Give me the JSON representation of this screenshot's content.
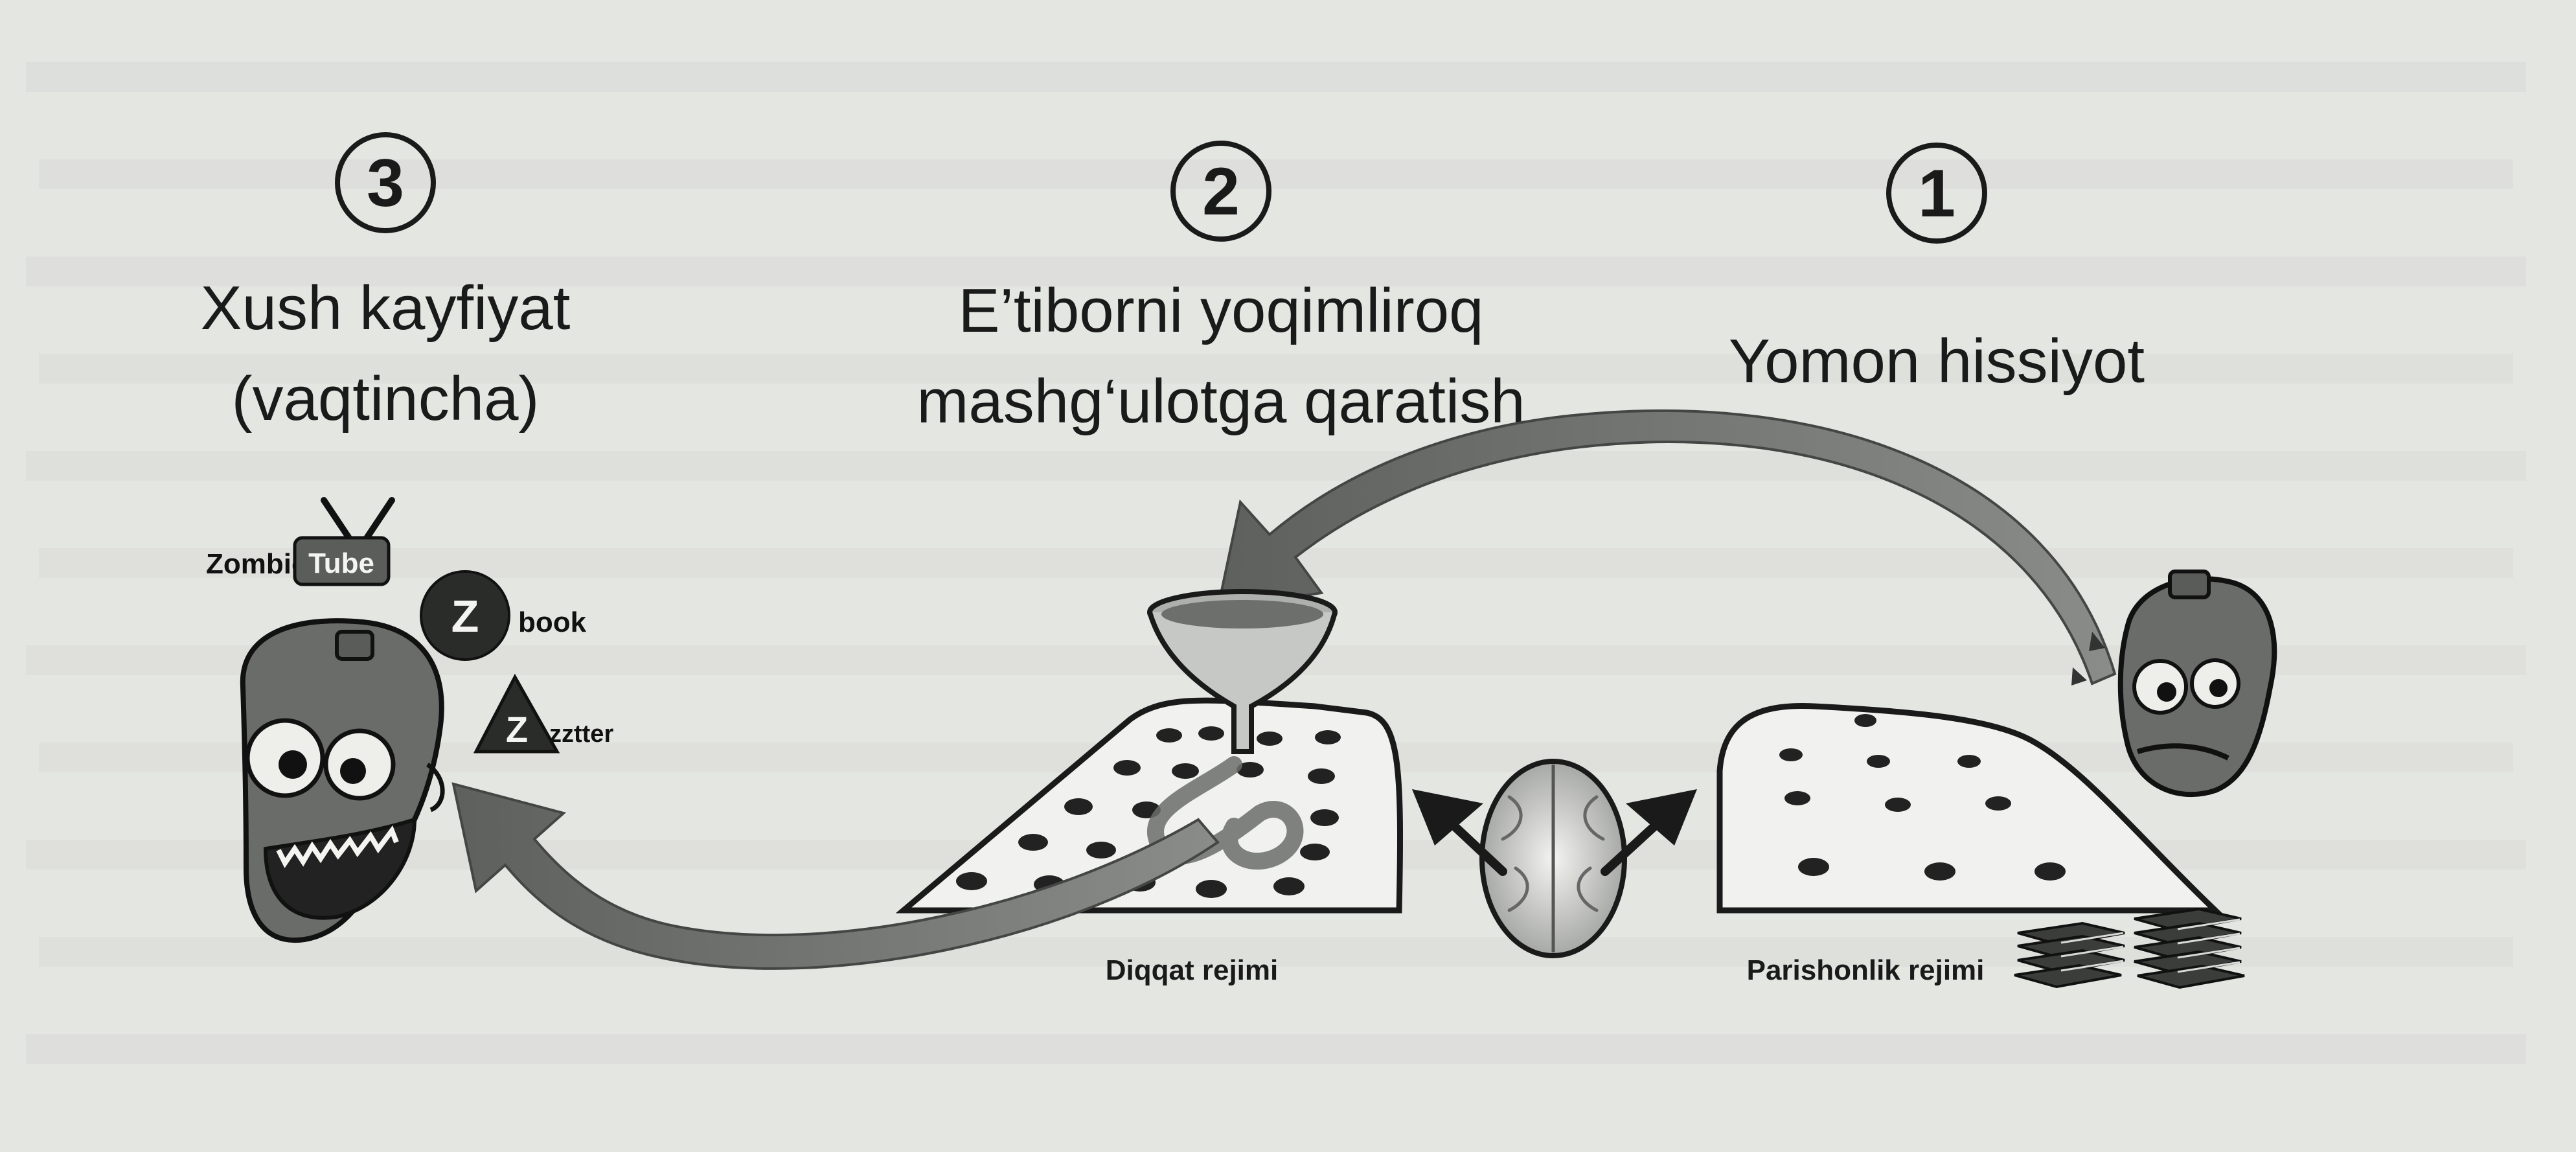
{
  "steps": [
    {
      "number": "3",
      "caption_line1": "Xush kayfiyat",
      "caption_line2": "(vaqtincha)"
    },
    {
      "number": "2",
      "caption_line1": "E’tiborni yoqimliroq",
      "caption_line2": "mashg‘ulotga qaratish"
    },
    {
      "number": "1",
      "caption_line1": "Yomon hissiyot",
      "caption_line2": ""
    }
  ],
  "modes": {
    "focus": "Diqqat rejimi",
    "diffuse": "Parishonlik rejimi"
  },
  "apps": {
    "zombie_tube_word": "Zombie",
    "zombie_tube_badge": "Tube",
    "zbook_letter": "Z",
    "zbook_word": "book",
    "zzter_letter": "Z",
    "zzter_word": "zztter"
  },
  "colors": {
    "paper": "#e4e6e2",
    "ink": "#1a1a1a",
    "arrow": "#6e706e",
    "board": "#f1f2ef"
  }
}
